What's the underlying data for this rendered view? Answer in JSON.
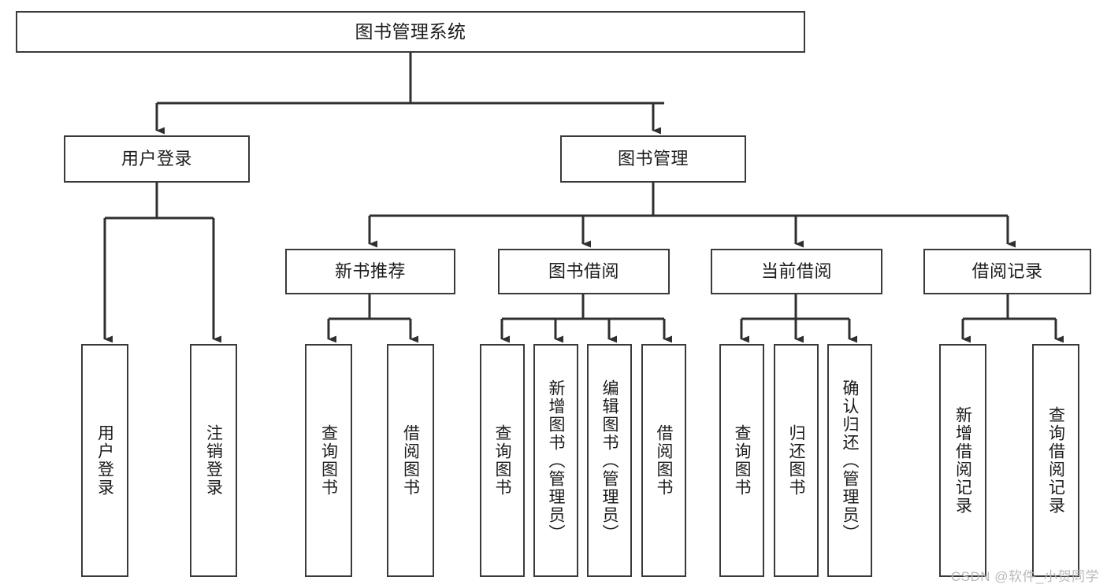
{
  "diagram": {
    "title": "图书管理系统",
    "type": "tree-hierarchy",
    "watermark": "CSDN @软件_小贺同学",
    "colors": {
      "box_border": "#3a3a3a",
      "box_fill": "#ffffff",
      "connector": "#2f2f2f",
      "text": "#1b1b1b",
      "watermark": "#b9b9b9"
    },
    "root": {
      "label": "图书管理系统"
    },
    "level2": [
      {
        "label": "用户登录"
      },
      {
        "label": "图书管理"
      }
    ],
    "level3": [
      {
        "label": "新书推荐"
      },
      {
        "label": "图书借阅"
      },
      {
        "label": "当前借阅"
      },
      {
        "label": "借阅记录"
      }
    ],
    "leaves": [
      {
        "label": "用户登录",
        "parent": "用户登录"
      },
      {
        "label": "注销登录",
        "parent": "用户登录"
      },
      {
        "label": "查询图书",
        "parent": "新书推荐"
      },
      {
        "label": "借阅图书",
        "parent": "新书推荐"
      },
      {
        "label": "查询图书",
        "parent": "图书借阅"
      },
      {
        "label": "新增图书（管理员）",
        "parent": "图书借阅"
      },
      {
        "label": "编辑图书（管理员）",
        "parent": "图书借阅"
      },
      {
        "label": "借阅图书",
        "parent": "图书借阅"
      },
      {
        "label": "查询图书",
        "parent": "当前借阅"
      },
      {
        "label": "归还图书",
        "parent": "当前借阅"
      },
      {
        "label": "确认归还（管理员）",
        "parent": "当前借阅"
      },
      {
        "label": "新增借阅记录",
        "parent": "借阅记录"
      },
      {
        "label": "查询借阅记录",
        "parent": "借阅记录"
      }
    ]
  }
}
